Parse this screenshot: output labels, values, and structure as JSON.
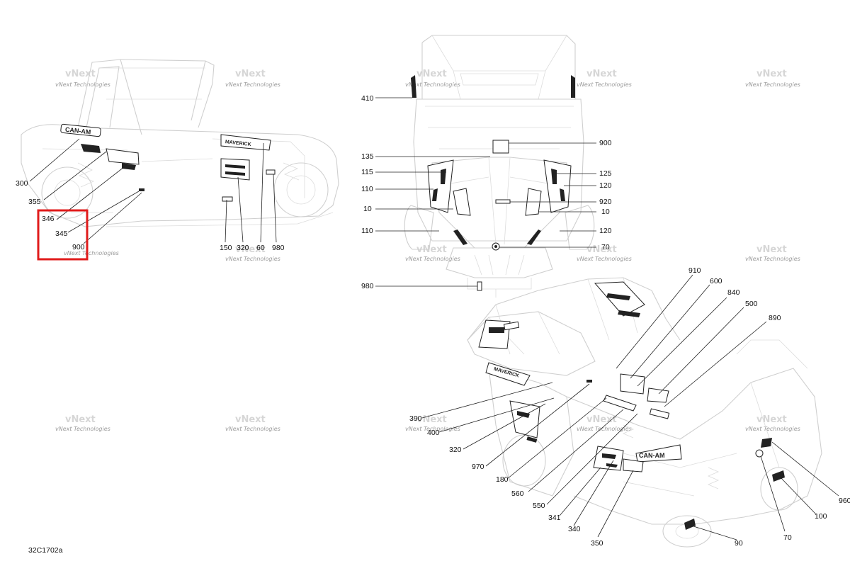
{
  "diagram_ref": "32C1702a",
  "watermark": {
    "line1": "vNext Technologies",
    "big": "vNext"
  },
  "highlight_color": "#e01b1b",
  "labels": {
    "side": [
      "300",
      "355",
      "346",
      "345",
      "900",
      "150",
      "320",
      "60",
      "980"
    ],
    "front": [
      "410",
      "135",
      "115",
      "110",
      "10",
      "110",
      "980",
      "900",
      "125",
      "120",
      "920",
      "10",
      "120",
      "70"
    ],
    "iso": [
      "910",
      "600",
      "840",
      "500",
      "890",
      "390",
      "400",
      "320",
      "970",
      "180",
      "560",
      "550",
      "341",
      "340",
      "350",
      "90",
      "70",
      "100",
      "960"
    ]
  }
}
